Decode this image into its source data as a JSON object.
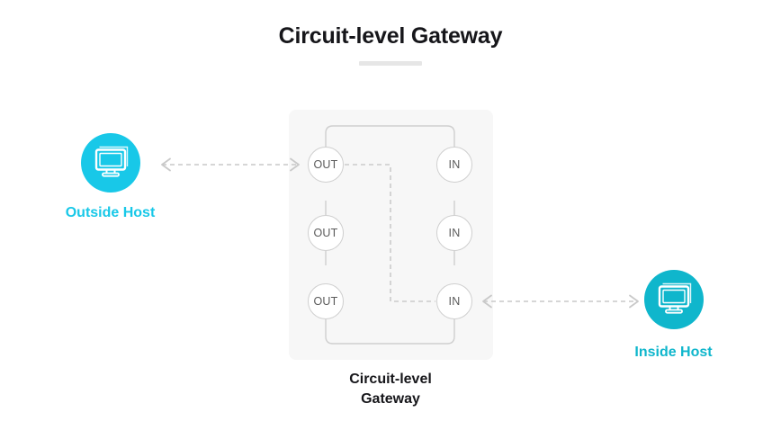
{
  "title": "Circuit-level Gateway",
  "colors": {
    "outside_host": "#18c8e8",
    "inside_host": "#0fb6cc",
    "panel_bg": "#f7f7f7",
    "line": "#cfcfcf",
    "text_dark": "#16161a",
    "divider": "#e6e6e6"
  },
  "hosts": {
    "outside": {
      "label": "Outside Host",
      "icon": "monitor-icon"
    },
    "inside": {
      "label": "Inside Host",
      "icon": "monitor-icon"
    }
  },
  "gateway": {
    "caption_line1": "Circuit-level",
    "caption_line2": "Gateway",
    "out_ports": [
      {
        "label": "OUT"
      },
      {
        "label": "OUT"
      },
      {
        "label": "OUT"
      }
    ],
    "in_ports": [
      {
        "label": "IN"
      },
      {
        "label": "IN"
      },
      {
        "label": "IN"
      }
    ]
  },
  "connectors": [
    {
      "name": "outside-host-to-gateway",
      "style": "dashed",
      "arrowheads": "both"
    },
    {
      "name": "gateway-to-inside-host",
      "style": "dashed",
      "arrowheads": "both"
    },
    {
      "name": "internal-circuit-path",
      "style": "dashed",
      "arrowheads": "none"
    }
  ]
}
